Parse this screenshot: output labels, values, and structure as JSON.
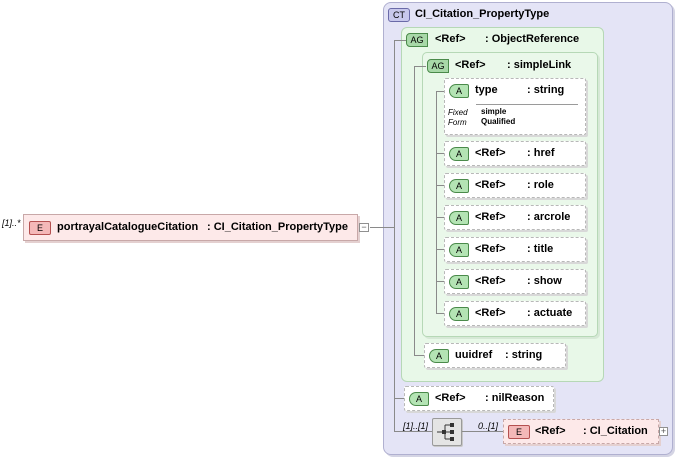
{
  "element": {
    "multiplicity": "[1]..*",
    "badge": "E",
    "name": "portrayalCatalogueCitation",
    "type": ": CI_Citation_PropertyType"
  },
  "complex_type": {
    "badge": "CT",
    "name": "CI_Citation_PropertyType"
  },
  "object_reference": {
    "badge": "AG",
    "ref": "<Ref>",
    "name": ": ObjectReference"
  },
  "simple_link": {
    "badge": "AG",
    "ref": "<Ref>",
    "name": ": simpleLink"
  },
  "type_attr": {
    "badge": "A",
    "name": "type",
    "type": ": string",
    "fixed_label": "Fixed",
    "fixed_value": "simple",
    "form_label": "Form",
    "form_value": "Qualified"
  },
  "link_attrs": [
    {
      "badge": "A",
      "ref": "<Ref>",
      "name": ": href"
    },
    {
      "badge": "A",
      "ref": "<Ref>",
      "name": ": role"
    },
    {
      "badge": "A",
      "ref": "<Ref>",
      "name": ": arcrole"
    },
    {
      "badge": "A",
      "ref": "<Ref>",
      "name": ": title"
    },
    {
      "badge": "A",
      "ref": "<Ref>",
      "name": ": show"
    },
    {
      "badge": "A",
      "ref": "<Ref>",
      "name": ": actuate"
    }
  ],
  "uuidref": {
    "badge": "A",
    "name": "uuidref",
    "type": ": string"
  },
  "nil_reason": {
    "badge": "A",
    "ref": "<Ref>",
    "name": ": nilReason"
  },
  "sequence": {
    "multiplicity": "[1]..[1]"
  },
  "ci_citation": {
    "multiplicity": "0..[1]",
    "badge": "E",
    "ref": "<Ref>",
    "name": ": CI_Citation",
    "expand_symbol": "+"
  },
  "collapse_symbol": "−",
  "colors": {
    "complex_type_bg": "#e6e6f8",
    "attribute_group_bg": "#e8f8e8",
    "element_bg": "#fde9e9"
  }
}
